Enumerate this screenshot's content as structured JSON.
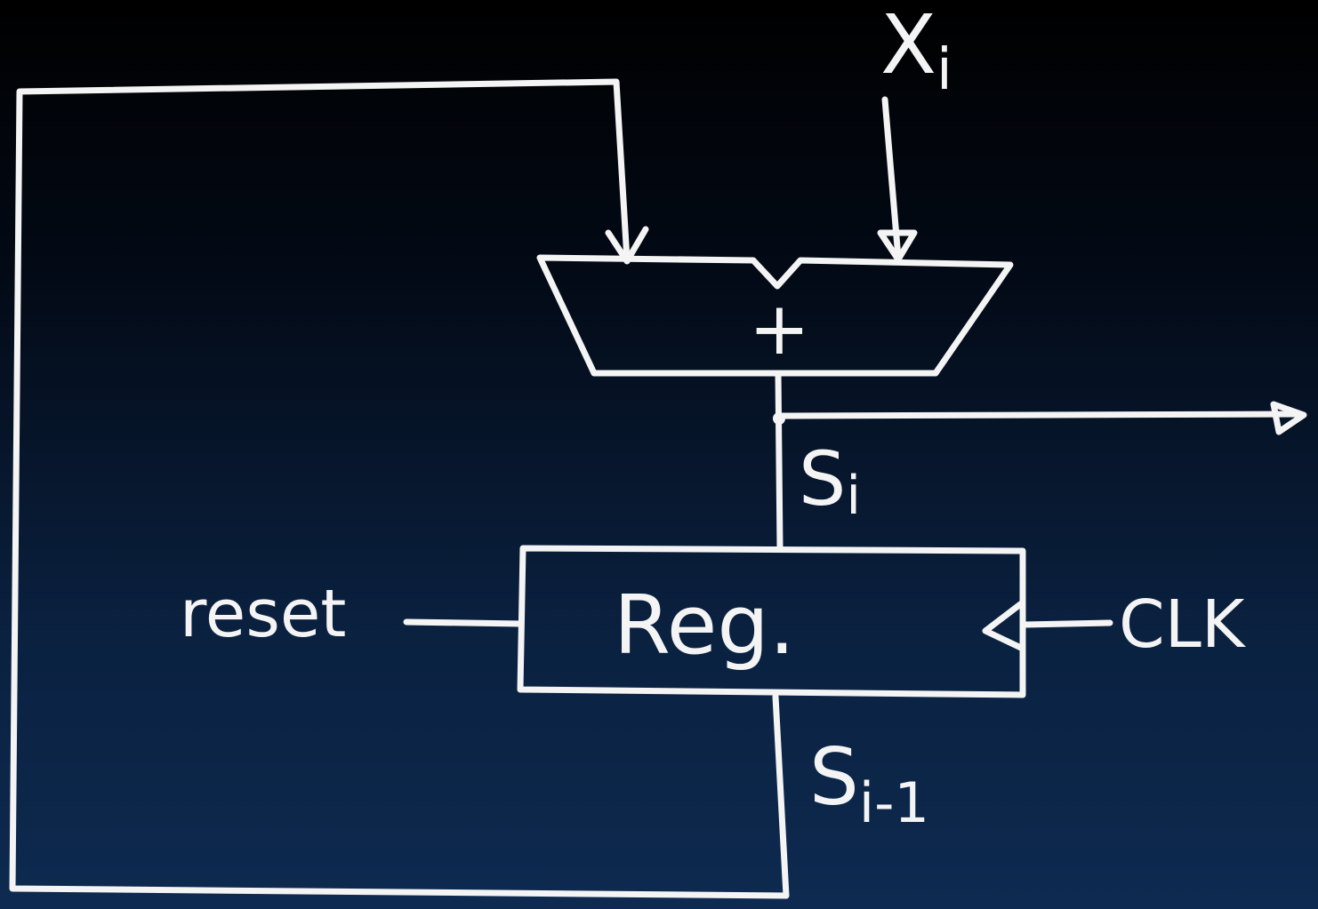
{
  "colors": {
    "background_top": "#000000",
    "background_bottom": "#0e2a50",
    "ink": "#f4f4f4"
  },
  "labels": {
    "input": "X",
    "input_subscript": "i",
    "adder_op": "+",
    "sum": "S",
    "sum_subscript": "i",
    "register": "Reg.",
    "reset": "reset",
    "clock": "CLK",
    "prev_sum": "S",
    "prev_sum_subscript": "i-1"
  }
}
